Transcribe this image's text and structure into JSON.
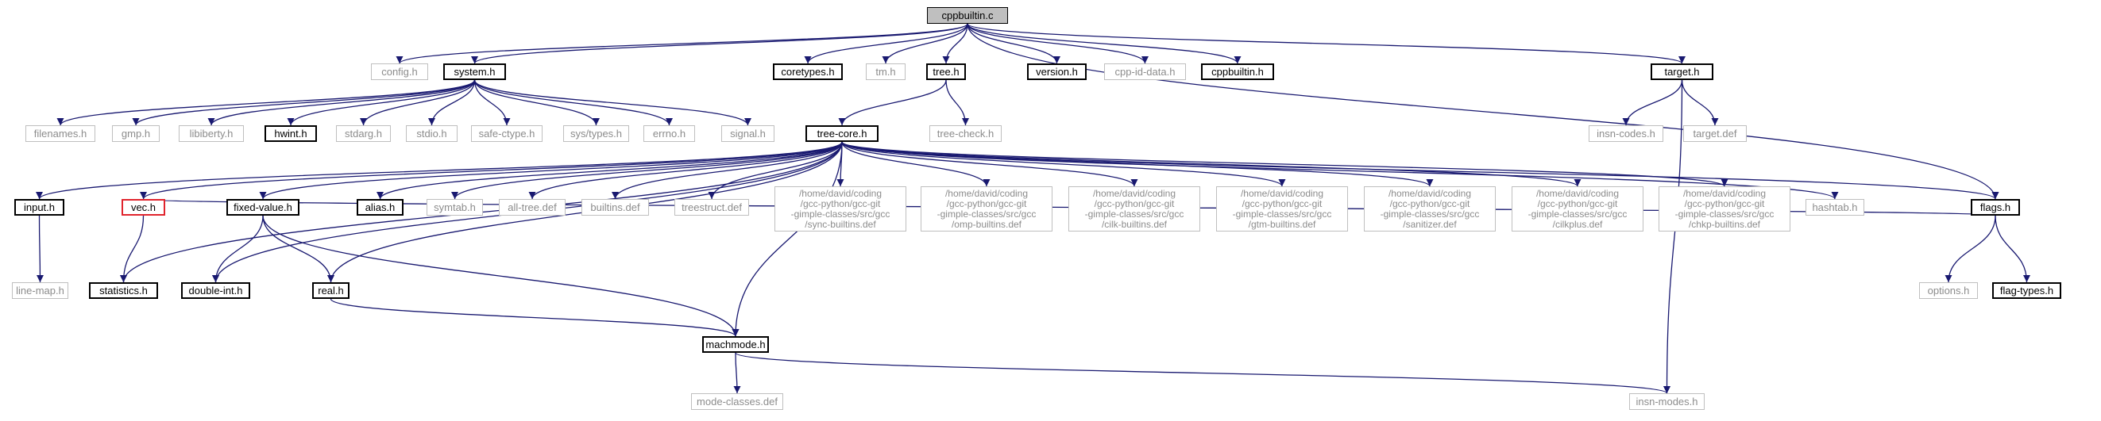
{
  "diagram": {
    "title": "",
    "colors": {
      "edge": "#191970",
      "root_fill": "#bfbfbf",
      "linked_border": "#000000",
      "external_border": "#bfbfbf",
      "external_text": "#8c8c8c",
      "truncated_border": "#e0242d"
    },
    "nodes": [
      {
        "id": "cppbuiltin_c",
        "label": "cppbuiltin.c",
        "kind": "root"
      },
      {
        "id": "config_h",
        "label": "config.h",
        "kind": "external"
      },
      {
        "id": "system_h",
        "label": "system.h",
        "kind": "linked"
      },
      {
        "id": "coretypes_h",
        "label": "coretypes.h",
        "kind": "linked"
      },
      {
        "id": "tm_h",
        "label": "tm.h",
        "kind": "external"
      },
      {
        "id": "tree_h",
        "label": "tree.h",
        "kind": "linked"
      },
      {
        "id": "version_h",
        "label": "version.h",
        "kind": "linked"
      },
      {
        "id": "cpp_id_data_h",
        "label": "cpp-id-data.h",
        "kind": "external"
      },
      {
        "id": "cppbuiltin_h",
        "label": "cppbuiltin.h",
        "kind": "linked"
      },
      {
        "id": "target_h",
        "label": "target.h",
        "kind": "linked"
      },
      {
        "id": "filenames_h",
        "label": "filenames.h",
        "kind": "external"
      },
      {
        "id": "gmp_h",
        "label": "gmp.h",
        "kind": "external"
      },
      {
        "id": "libiberty_h",
        "label": "libiberty.h",
        "kind": "external"
      },
      {
        "id": "hwint_h",
        "label": "hwint.h",
        "kind": "linked"
      },
      {
        "id": "stdarg_h",
        "label": "stdarg.h",
        "kind": "external"
      },
      {
        "id": "stdio_h",
        "label": "stdio.h",
        "kind": "external"
      },
      {
        "id": "safe_ctype_h",
        "label": "safe-ctype.h",
        "kind": "external"
      },
      {
        "id": "sys_types_h",
        "label": "sys/types.h",
        "kind": "external"
      },
      {
        "id": "errno_h",
        "label": "errno.h",
        "kind": "external"
      },
      {
        "id": "signal_h",
        "label": "signal.h",
        "kind": "external"
      },
      {
        "id": "tree_core_h",
        "label": "tree-core.h",
        "kind": "linked"
      },
      {
        "id": "tree_check_h",
        "label": "tree-check.h",
        "kind": "external"
      },
      {
        "id": "insn_codes_h",
        "label": "insn-codes.h",
        "kind": "external"
      },
      {
        "id": "target_def",
        "label": "target.def",
        "kind": "external"
      },
      {
        "id": "input_h",
        "label": "input.h",
        "kind": "linked"
      },
      {
        "id": "vec_h",
        "label": "vec.h",
        "kind": "truncated"
      },
      {
        "id": "fixed_value_h",
        "label": "fixed-value.h",
        "kind": "linked"
      },
      {
        "id": "alias_h",
        "label": "alias.h",
        "kind": "linked"
      },
      {
        "id": "symtab_h",
        "label": "symtab.h",
        "kind": "external"
      },
      {
        "id": "all_tree_def",
        "label": "all-tree.def",
        "kind": "external"
      },
      {
        "id": "builtins_def",
        "label": "builtins.def",
        "kind": "external"
      },
      {
        "id": "treestruct_def",
        "label": "treestruct.def",
        "kind": "external"
      },
      {
        "id": "sync_builtins_def",
        "label": "/home/david/coding\n/gcc-python/gcc-git\n-gimple-classes/src/gcc\n/sync-builtins.def",
        "kind": "external"
      },
      {
        "id": "omp_builtins_def",
        "label": "/home/david/coding\n/gcc-python/gcc-git\n-gimple-classes/src/gcc\n/omp-builtins.def",
        "kind": "external"
      },
      {
        "id": "cilk_builtins_def",
        "label": "/home/david/coding\n/gcc-python/gcc-git\n-gimple-classes/src/gcc\n/cilk-builtins.def",
        "kind": "external"
      },
      {
        "id": "gtm_builtins_def",
        "label": "/home/david/coding\n/gcc-python/gcc-git\n-gimple-classes/src/gcc\n/gtm-builtins.def",
        "kind": "external"
      },
      {
        "id": "sanitizer_def",
        "label": "/home/david/coding\n/gcc-python/gcc-git\n-gimple-classes/src/gcc\n/sanitizer.def",
        "kind": "external"
      },
      {
        "id": "cilkplus_def",
        "label": "/home/david/coding\n/gcc-python/gcc-git\n-gimple-classes/src/gcc\n/cilkplus.def",
        "kind": "external"
      },
      {
        "id": "chkp_builtins_def",
        "label": "/home/david/coding\n/gcc-python/gcc-git\n-gimple-classes/src/gcc\n/chkp-builtins.def",
        "kind": "external"
      },
      {
        "id": "hashtab_h",
        "label": "hashtab.h",
        "kind": "external"
      },
      {
        "id": "flags_h",
        "label": "flags.h",
        "kind": "linked"
      },
      {
        "id": "line_map_h",
        "label": "line-map.h",
        "kind": "external"
      },
      {
        "id": "statistics_h",
        "label": "statistics.h",
        "kind": "linked"
      },
      {
        "id": "double_int_h",
        "label": "double-int.h",
        "kind": "linked"
      },
      {
        "id": "real_h",
        "label": "real.h",
        "kind": "linked"
      },
      {
        "id": "machmode_h",
        "label": "machmode.h",
        "kind": "linked"
      },
      {
        "id": "options_h",
        "label": "options.h",
        "kind": "external"
      },
      {
        "id": "flag_types_h",
        "label": "flag-types.h",
        "kind": "linked"
      },
      {
        "id": "mode_classes_def",
        "label": "mode-classes.def",
        "kind": "external"
      },
      {
        "id": "insn_modes_h",
        "label": "insn-modes.h",
        "kind": "external"
      }
    ],
    "edges": [
      [
        "cppbuiltin_c",
        "config_h"
      ],
      [
        "cppbuiltin_c",
        "system_h"
      ],
      [
        "cppbuiltin_c",
        "coretypes_h"
      ],
      [
        "cppbuiltin_c",
        "tm_h"
      ],
      [
        "cppbuiltin_c",
        "tree_h"
      ],
      [
        "cppbuiltin_c",
        "version_h"
      ],
      [
        "cppbuiltin_c",
        "cpp_id_data_h"
      ],
      [
        "cppbuiltin_c",
        "cppbuiltin_h"
      ],
      [
        "cppbuiltin_c",
        "target_h"
      ],
      [
        "cppbuiltin_c",
        "flags_h"
      ],
      [
        "system_h",
        "filenames_h"
      ],
      [
        "system_h",
        "gmp_h"
      ],
      [
        "system_h",
        "libiberty_h"
      ],
      [
        "system_h",
        "hwint_h"
      ],
      [
        "system_h",
        "stdarg_h"
      ],
      [
        "system_h",
        "stdio_h"
      ],
      [
        "system_h",
        "safe_ctype_h"
      ],
      [
        "system_h",
        "sys_types_h"
      ],
      [
        "system_h",
        "errno_h"
      ],
      [
        "system_h",
        "signal_h"
      ],
      [
        "tree_h",
        "tree_core_h"
      ],
      [
        "tree_h",
        "tree_check_h"
      ],
      [
        "target_h",
        "insn_codes_h"
      ],
      [
        "target_h",
        "target_def"
      ],
      [
        "target_h",
        "insn_modes_h"
      ],
      [
        "tree_core_h",
        "input_h"
      ],
      [
        "tree_core_h",
        "statistics_h"
      ],
      [
        "tree_core_h",
        "vec_h"
      ],
      [
        "tree_core_h",
        "double_int_h"
      ],
      [
        "tree_core_h",
        "fixed_value_h"
      ],
      [
        "tree_core_h",
        "real_h"
      ],
      [
        "tree_core_h",
        "alias_h"
      ],
      [
        "tree_core_h",
        "symtab_h"
      ],
      [
        "tree_core_h",
        "all_tree_def"
      ],
      [
        "tree_core_h",
        "builtins_def"
      ],
      [
        "tree_core_h",
        "treestruct_def"
      ],
      [
        "tree_core_h",
        "sync_builtins_def"
      ],
      [
        "tree_core_h",
        "omp_builtins_def"
      ],
      [
        "tree_core_h",
        "cilk_builtins_def"
      ],
      [
        "tree_core_h",
        "gtm_builtins_def"
      ],
      [
        "tree_core_h",
        "sanitizer_def"
      ],
      [
        "tree_core_h",
        "cilkplus_def"
      ],
      [
        "tree_core_h",
        "chkp_builtins_def"
      ],
      [
        "tree_core_h",
        "hashtab_h"
      ],
      [
        "tree_core_h",
        "flags_h"
      ],
      [
        "tree_core_h",
        "machmode_h"
      ],
      [
        "input_h",
        "line_map_h"
      ],
      [
        "vec_h",
        "statistics_h"
      ],
      [
        "flags_h",
        "vec_h"
      ],
      [
        "fixed_value_h",
        "double_int_h"
      ],
      [
        "fixed_value_h",
        "real_h"
      ],
      [
        "fixed_value_h",
        "machmode_h"
      ],
      [
        "real_h",
        "machmode_h"
      ],
      [
        "machmode_h",
        "mode_classes_def"
      ],
      [
        "machmode_h",
        "insn_modes_h"
      ],
      [
        "flags_h",
        "options_h"
      ],
      [
        "flags_h",
        "flag_types_h"
      ]
    ]
  }
}
